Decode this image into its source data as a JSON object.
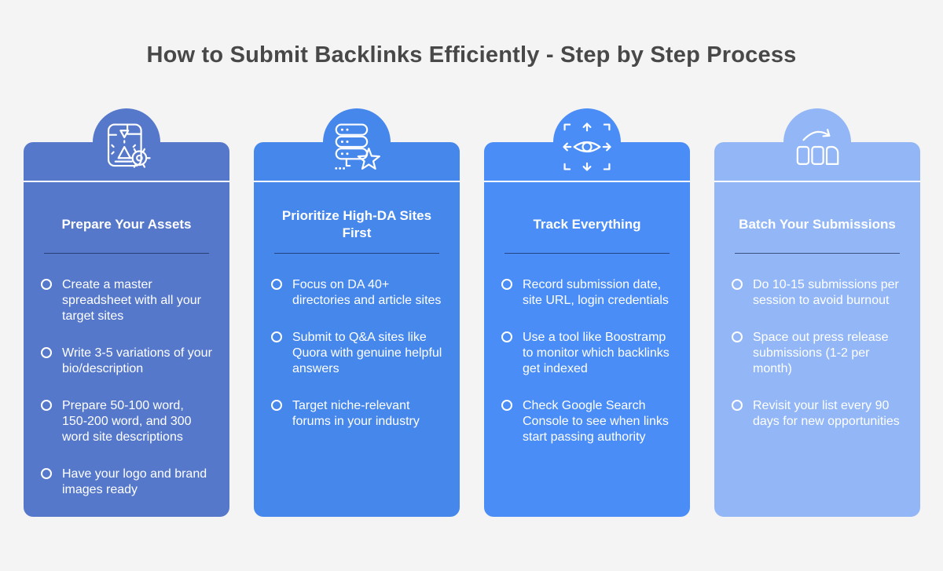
{
  "page": {
    "title": "How to Submit Backlinks Efficiently - Step by Step Process",
    "background_color": "#F5F4F5",
    "title_color": "#484848"
  },
  "cards": [
    {
      "title": "Prepare Your Assets",
      "color": "#5578CB",
      "icon": "asset-generator-icon",
      "items": [
        "Create a master spreadsheet with all your target sites",
        "Write 3-5 variations of your bio/description",
        "Prepare 50-100 word, 150-200 word, and 300 word site descriptions",
        "Have your logo and brand images ready"
      ]
    },
    {
      "title": "Prioritize High-DA Sites First",
      "color": "#4687EC",
      "icon": "server-star-icon",
      "items": [
        "Focus on DA 40+ directories and article sites",
        "Submit to Q&A sites like Quora with genuine helpful answers",
        "Target niche-relevant forums in your industry"
      ]
    },
    {
      "title": "Track Everything",
      "color": "#4A8DF6",
      "icon": "eye-tracking-icon",
      "items": [
        "Record submission date, site URL, login credentials",
        "Use a tool like Boostramp to monitor which backlinks get indexed",
        "Check Google Search Console to see when links start passing authority"
      ]
    },
    {
      "title": "Batch Your Submissions",
      "color": "#93B7F6",
      "icon": "batch-documents-icon",
      "items": [
        "Do 10-15 submissions per session to avoid burnout",
        "Space out press release submissions (1-2 per month)",
        "Revisit your list every 90 days for new opportunities"
      ]
    }
  ]
}
